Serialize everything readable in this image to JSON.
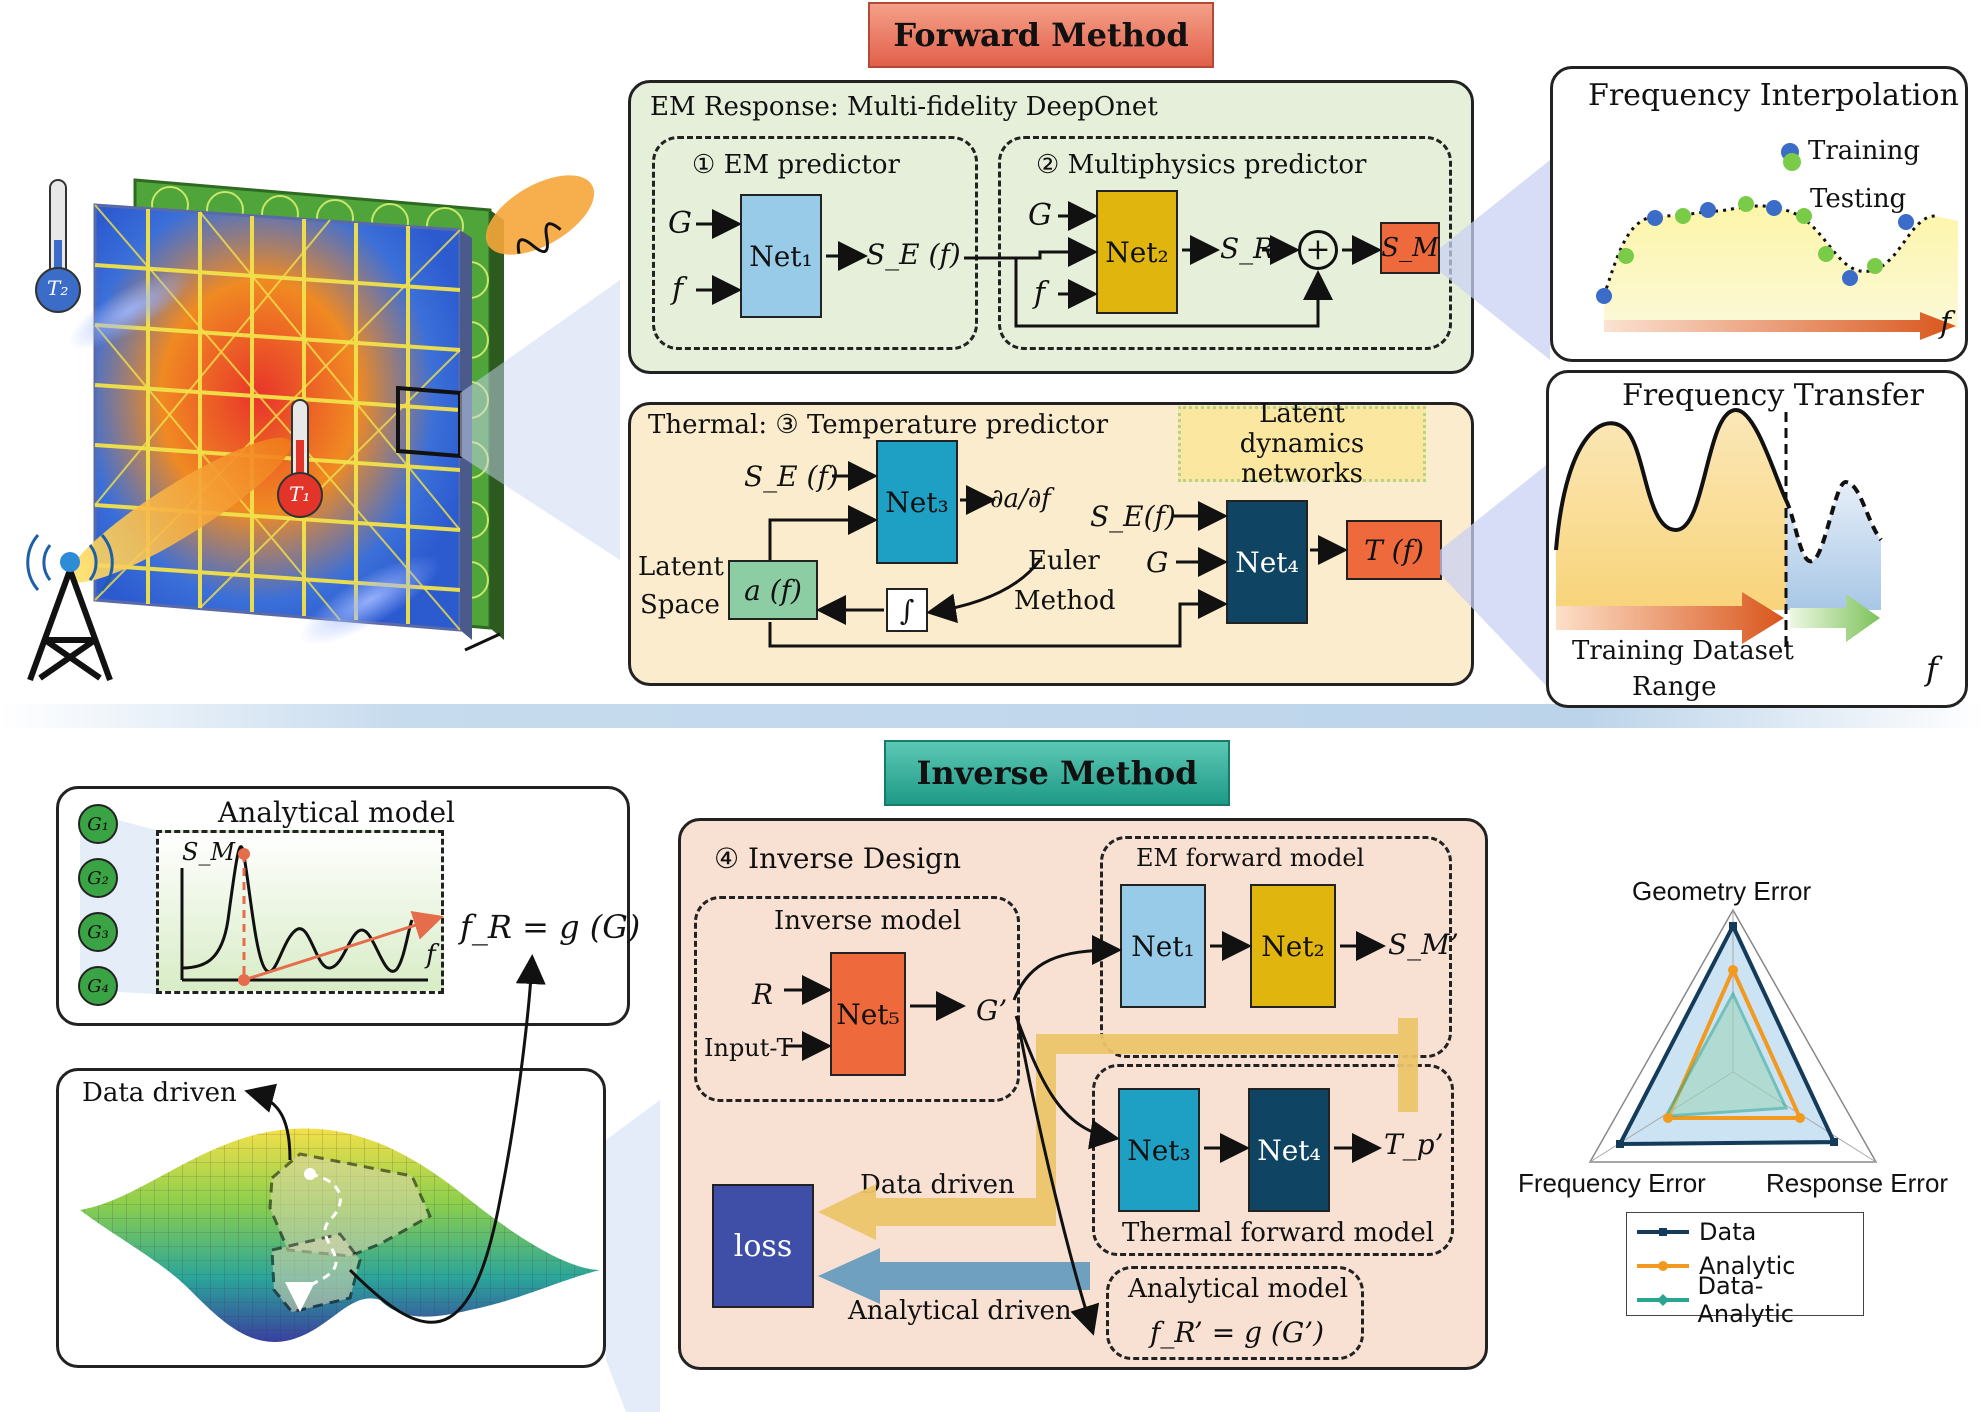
{
  "forward": {
    "title": "Forward Method",
    "em_response": {
      "title": "EM Response: Multi-fidelity DeepOnet",
      "em_predictor": "① EM predictor",
      "multiphysics_predictor": "② Multiphysics predictor",
      "input_g": "G",
      "input_f": "f",
      "net1": "Net₁",
      "net2": "Net₂",
      "se_f": "S_E (f)",
      "sr": "S_R",
      "sm": "S_M",
      "plus": "+"
    },
    "thermal": {
      "title": "Thermal: ③ Temperature predictor",
      "latent_badge": "Latent dynamics networks",
      "se_f": "S_E (f)",
      "net3": "Net₃",
      "da_df": "∂a/∂f",
      "euler": "Euler",
      "method": "Method",
      "latent": "Latent",
      "space": "Space",
      "a_f": "a (f)",
      "integral": "∫",
      "se_f2": "S_E(f)",
      "g": "G",
      "net4": "Net₄",
      "t_f": "T (f)"
    },
    "freq_interp": {
      "title": "Frequency Interpolation",
      "training": "Training",
      "testing": "Testing",
      "axis": "f",
      "training_color": "#3a6cc8",
      "testing_color": "#7acc48"
    },
    "freq_transfer": {
      "title": "Frequency Transfer",
      "range_line1": "Training Dataset",
      "range_line2": "Range",
      "axis": "f"
    },
    "device": {
      "t2": "T₂",
      "t1": "T₁"
    }
  },
  "inverse": {
    "title": "Inverse Method",
    "analytical_panel": {
      "title": "Analytical model",
      "g_labels": [
        "G₁",
        "G₂",
        "G₃",
        "G₄"
      ],
      "sm": "S_M",
      "axis": "f",
      "formula": "f_R = g (G)"
    },
    "data_driven_panel": {
      "title": "Data driven"
    },
    "inverse_design": {
      "title": "④ Inverse Design",
      "inverse_model": "Inverse model",
      "r": "R",
      "input_t": "Input-T",
      "net5": "Net₅",
      "g_prime": "G’",
      "em_forward": "EM forward model",
      "net1": "Net₁",
      "net2": "Net₂",
      "sm_prime": "S_M’",
      "net3": "Net₃",
      "net4": "Net₄",
      "tp_prime": "T_p’",
      "thermal_forward": "Thermal forward model",
      "analytical_model": "Analytical model",
      "analytical_formula": "f_R’ = g (G’)",
      "loss": "loss",
      "data_driven": "Data driven",
      "analytical_driven": "Analytical driven"
    },
    "radar": {
      "axes": [
        "Geometry Error",
        "Response Error",
        "Frequency Error"
      ],
      "legend": [
        "Data",
        "Analytic",
        "Data-Analytic"
      ],
      "series_colors": [
        "#143c5a",
        "#f29a1f",
        "#2aa58f"
      ]
    }
  }
}
